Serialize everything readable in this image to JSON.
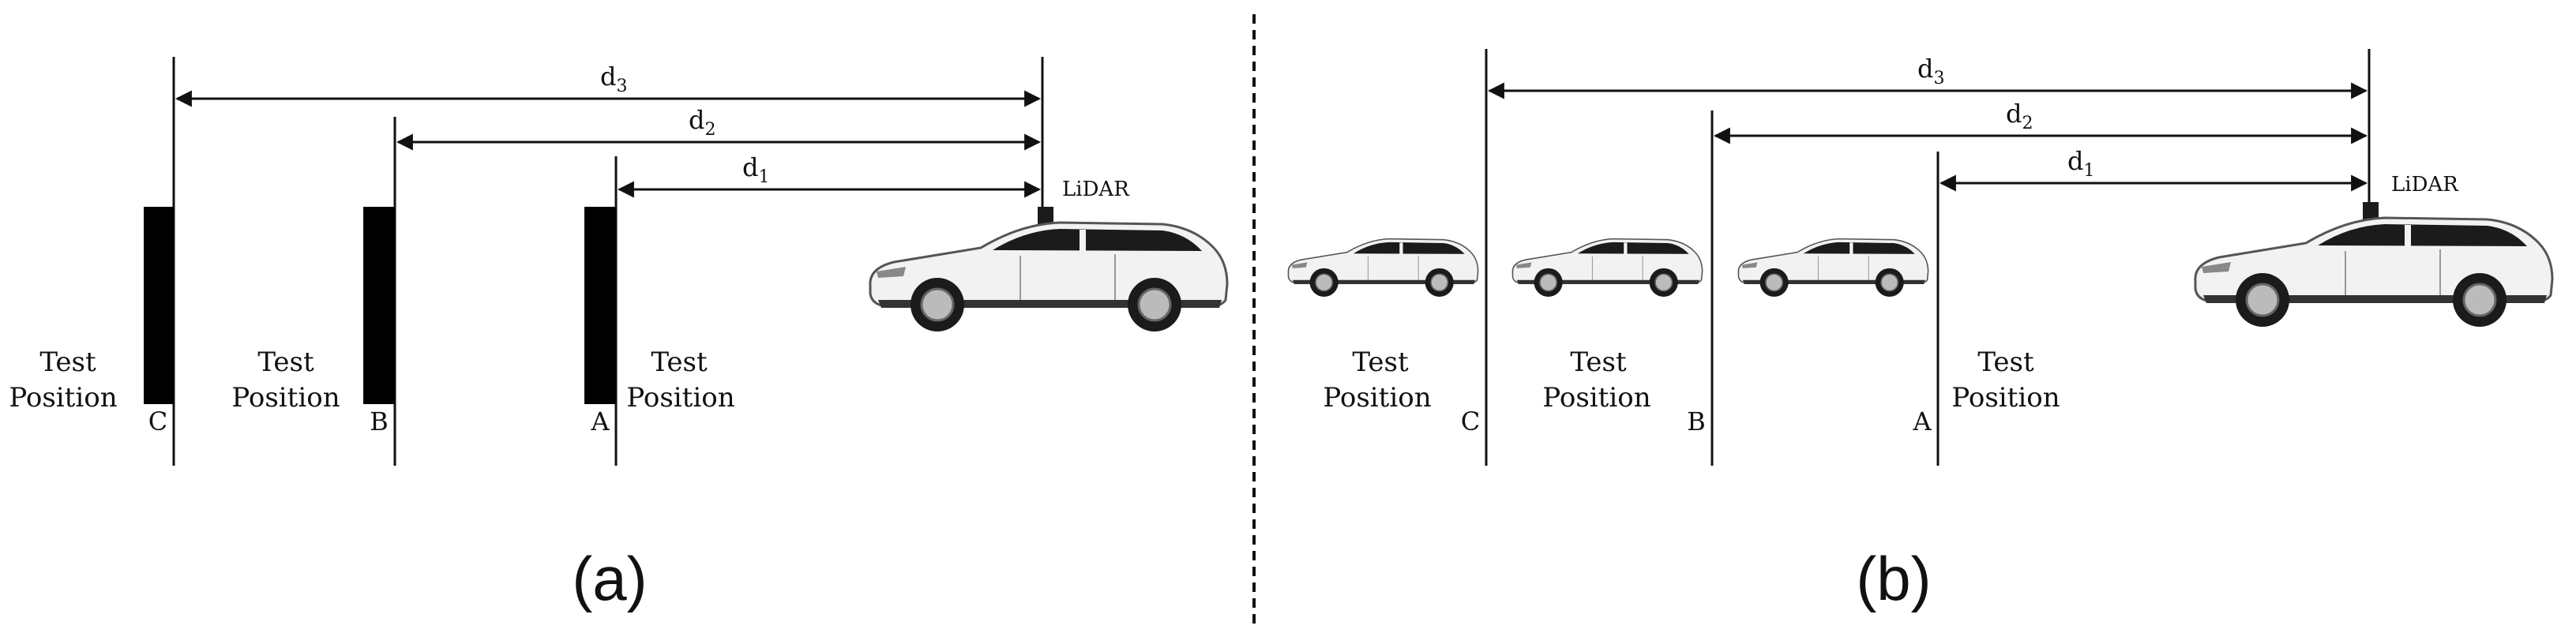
{
  "labels": {
    "d3": "d",
    "d3_sub": "3",
    "d2": "d",
    "d2_sub": "2",
    "d1": "d",
    "d1_sub": "1",
    "lidar": "LiDAR",
    "test": "Test",
    "position": "Position",
    "pos_a": "A",
    "pos_b": "B",
    "pos_c": "C",
    "caption_a": "(a)",
    "caption_b": "(b)"
  },
  "colors": {
    "line": "#111111",
    "target": "#000000",
    "car_body": "#f2f2f2",
    "car_dark": "#1b1b1b"
  }
}
